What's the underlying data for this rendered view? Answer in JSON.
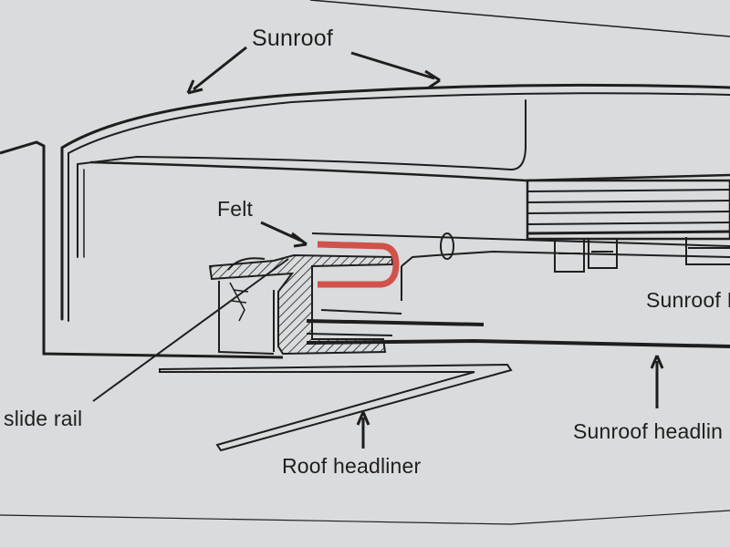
{
  "labels": {
    "sunroof": "Sunroof",
    "felt": "Felt",
    "slide_rail": "slide rail",
    "roof_headliner": "Roof headliner",
    "sunroof_panel": "Sunroof I",
    "sunroof_headliner": "Sunroof headlin"
  },
  "colors": {
    "paper": "#d9dbdc",
    "ink": "#1e1e1e",
    "felt": "#d0524a"
  }
}
